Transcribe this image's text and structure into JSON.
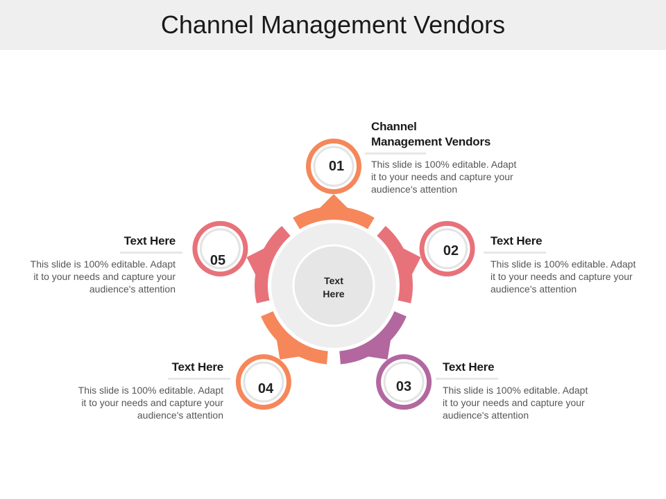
{
  "title": "Channel Management Vendors",
  "center": {
    "label_line1": "Text",
    "label_line2": "Here"
  },
  "steps": [
    {
      "number": "01",
      "heading_line1": "Channel",
      "heading_line2": "Management Vendors",
      "body_line1": "This slide is 100% editable. Adapt",
      "body_line2": "it to your needs and capture your",
      "body_line3": "audience's attention",
      "color": "#F5875A"
    },
    {
      "number": "02",
      "heading_line1": "Text Here",
      "body_line1": "This slide is 100% editable. Adapt",
      "body_line2": "it to your needs and capture your",
      "body_line3": "audience's attention",
      "color": "#E8727A"
    },
    {
      "number": "03",
      "heading_line1": "Text Here",
      "body_line1": "This slide is 100% editable. Adapt",
      "body_line2": "it to your needs and capture your",
      "body_line3": "audience's attention",
      "color": "#B2679F"
    },
    {
      "number": "04",
      "heading_line1": "Text Here",
      "body_line1": "This slide is 100% editable. Adapt",
      "body_line2": "it to your needs and capture your",
      "body_line3": "audience's attention",
      "color": "#F5875A"
    },
    {
      "number": "05",
      "heading_line1": "Text Here",
      "body_line1": "This slide is 100% editable. Adapt",
      "body_line2": "it to your needs and capture your",
      "body_line3": "audience's attention",
      "color": "#E8727A"
    }
  ],
  "colors": {
    "title_bar": "#efefef",
    "hub_ring": "#eeeeee",
    "hub_inner": "#e6e6e6",
    "underline": "#e7e7e7"
  }
}
